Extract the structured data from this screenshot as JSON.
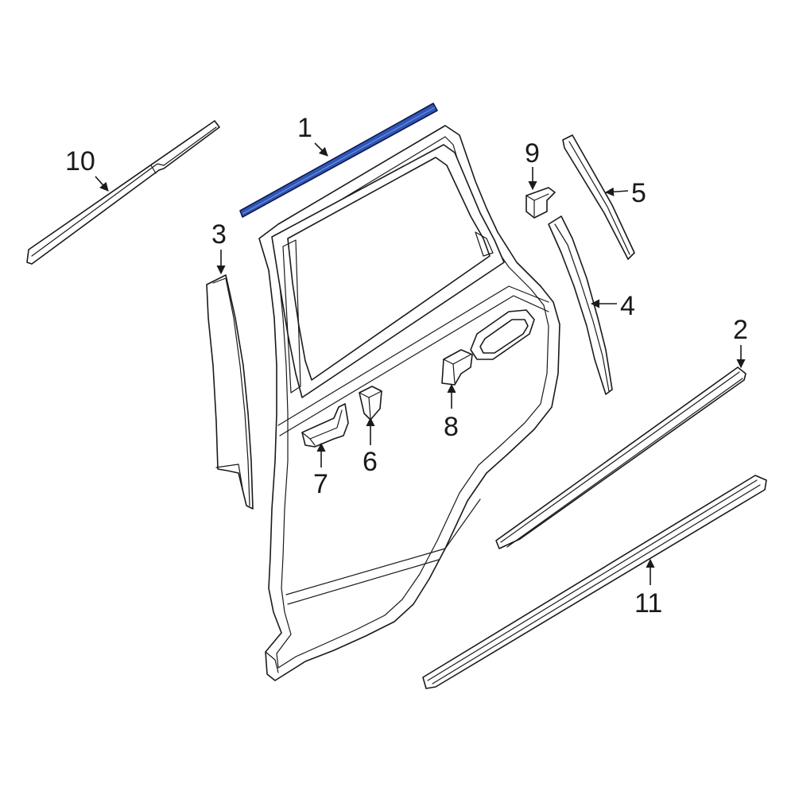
{
  "colors": {
    "line": "#1a1a1a",
    "highlight_fill": "#2f56b8",
    "highlight_stroke": "#0d1a4a",
    "background": "#ffffff"
  },
  "callouts": {
    "c1": "1",
    "c2": "2",
    "c3": "3",
    "c4": "4",
    "c5": "5",
    "c6": "6",
    "c7": "7",
    "c8": "8",
    "c9": "9",
    "c10": "10",
    "c11": "11"
  },
  "highlighted_part": "1"
}
